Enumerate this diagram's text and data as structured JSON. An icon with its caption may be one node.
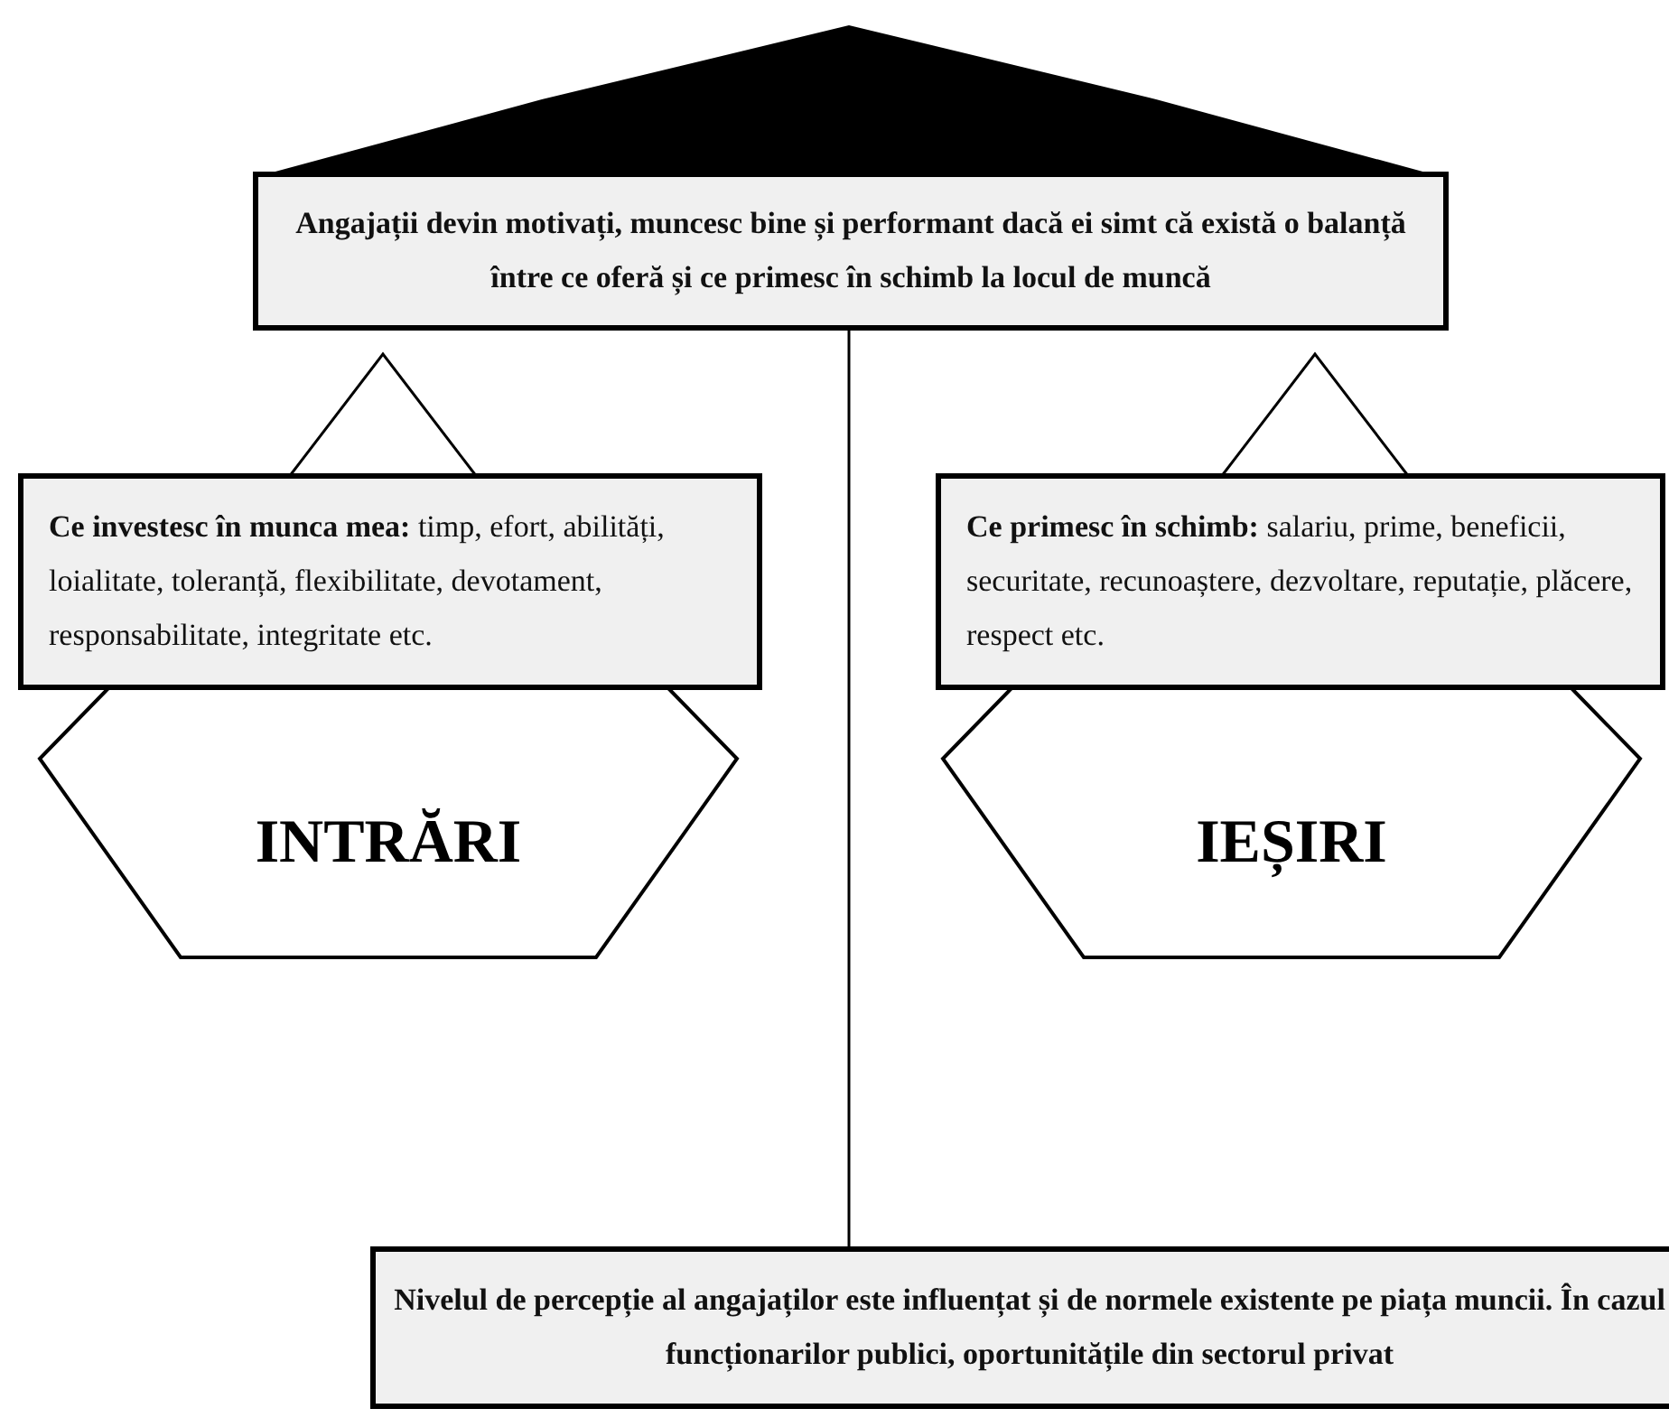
{
  "diagram": {
    "nodes": [
      {
        "text": [
          "Angajații devin motivați, muncesc bine și performant dacă ei simt că există o balanță între ce oferă și ce primesc în schimb la locul de muncă"
        ]
      },
      {
        "text": [
          "**Ce investesc în munca mea:** timp, efort, abilități, loialitate, toleranță, flexibilitate, devotament, responsabilitate, integritate etc."
        ]
      },
      {
        "text": [
          "**Ce primesc în schimb:** salariu, prime, beneficii, securitate, recunoaștere, dezvoltare, reputație, plăcere, respect etc."
        ]
      },
      {
        "text": [
          "INTRĂRI"
        ]
      },
      {
        "text": [
          "IEȘIRI"
        ]
      },
      {
        "text": [
          "Nivelul de percepție al angajaților este influențat și de normele existente pe piața muncii. În cazul funcționarilor publici, oportunitățile din sectorul privat"
        ]
      }
    ],
    "edges": [
      {
        "from": 0,
        "to": 5,
        "arrow": "none"
      }
    ]
  }
}
